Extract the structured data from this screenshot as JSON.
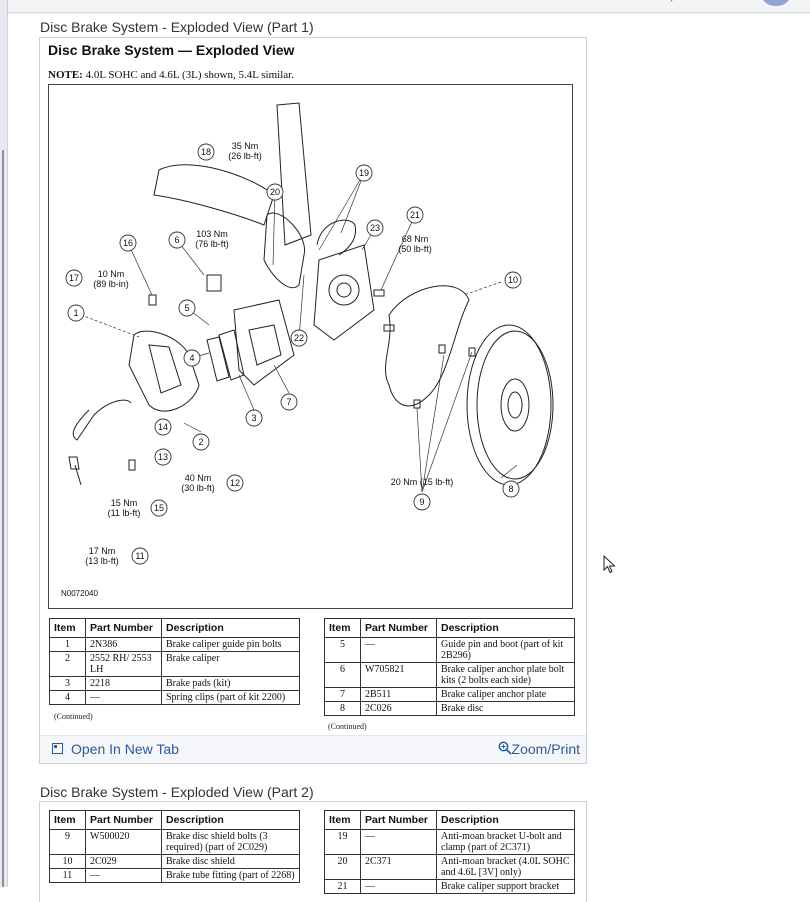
{
  "section1": {
    "title": "Disc Brake System - Exploded View (Part 1)",
    "card_title": "Disc Brake System — Exploded View",
    "note_label": "NOTE:",
    "note_text": " 4.0L SOHC and 4.6L (3L) shown, 5.4L similar.",
    "figure_code": "N0072040",
    "callouts": {
      "c1": "1",
      "c2": "2",
      "c3": "3",
      "c4": "4",
      "c5": "5",
      "c6": "6",
      "c7": "7",
      "c8": "8",
      "c9": "9",
      "c10": "10",
      "c11": "11",
      "c12": "12",
      "c13": "13",
      "c14": "14",
      "c15": "15",
      "c16": "16",
      "c17": "17",
      "c18": "18",
      "c19": "19",
      "c20": "20",
      "c21": "21",
      "c22": "22",
      "c23": "23"
    },
    "torques": {
      "t18a": "35 Nm",
      "t18b": "(26 lb-ft)",
      "t6a": "103 Nm",
      "t6b": "(76 lb-ft)",
      "t21a": "68 Nm",
      "t21b": "(50 lb-ft)",
      "t17a": "10 Nm",
      "t17b": "(89 lb-in)",
      "t12a": "40 Nm",
      "t12b": "(30 lb-ft)",
      "t15a": "15 Nm",
      "t15b": "(11 lb-ft)",
      "t11a": "17 Nm",
      "t11b": "(13 lb-ft)",
      "t9": "20 Nm (15 lb-ft)"
    },
    "table_headers": [
      "Item",
      "Part Number",
      "Description"
    ],
    "table_left": [
      {
        "item": "1",
        "part": "2N386",
        "desc": "Brake caliper guide pin bolts"
      },
      {
        "item": "2",
        "part": "2552 RH/ 2553 LH",
        "desc": "Brake caliper"
      },
      {
        "item": "3",
        "part": "2218",
        "desc": "Brake pads (kit)"
      },
      {
        "item": "4",
        "part": "—",
        "desc": "Spring clips (part of kit 2200)"
      }
    ],
    "table_right": [
      {
        "item": "5",
        "part": "—",
        "desc": "Guide pin and boot (part of kit 2B296)"
      },
      {
        "item": "6",
        "part": "W705821",
        "desc": "Brake caliper anchor plate bolt kits (2 bolts each side)"
      },
      {
        "item": "7",
        "part": "2B511",
        "desc": "Brake caliper anchor plate"
      },
      {
        "item": "8",
        "part": "2C026",
        "desc": "Brake disc"
      }
    ],
    "continued": "(Continued)",
    "open_new_tab": "Open In New Tab",
    "zoom_print": "Zoom/Print"
  },
  "section2": {
    "title": "Disc Brake System - Exploded View (Part 2)",
    "table_headers": [
      "Item",
      "Part Number",
      "Description"
    ],
    "table_left": [
      {
        "item": "9",
        "part": "W500020",
        "desc": "Brake disc shield bolts (3 required) (part of 2C029)"
      },
      {
        "item": "10",
        "part": "2C029",
        "desc": "Brake disc shield"
      },
      {
        "item": "11",
        "part": "—",
        "desc": "Brake tube fitting (part of 2268)"
      }
    ],
    "table_right": [
      {
        "item": "19",
        "part": "—",
        "desc": "Anti-moan bracket U-bolt and clamp (part of 2C371)"
      },
      {
        "item": "20",
        "part": "2C371",
        "desc": "Anti-moan bracket (4.0L SOHC and 4.6L [3V] only)"
      },
      {
        "item": "21",
        "part": "—",
        "desc": "Brake caliper support bracket"
      }
    ]
  }
}
